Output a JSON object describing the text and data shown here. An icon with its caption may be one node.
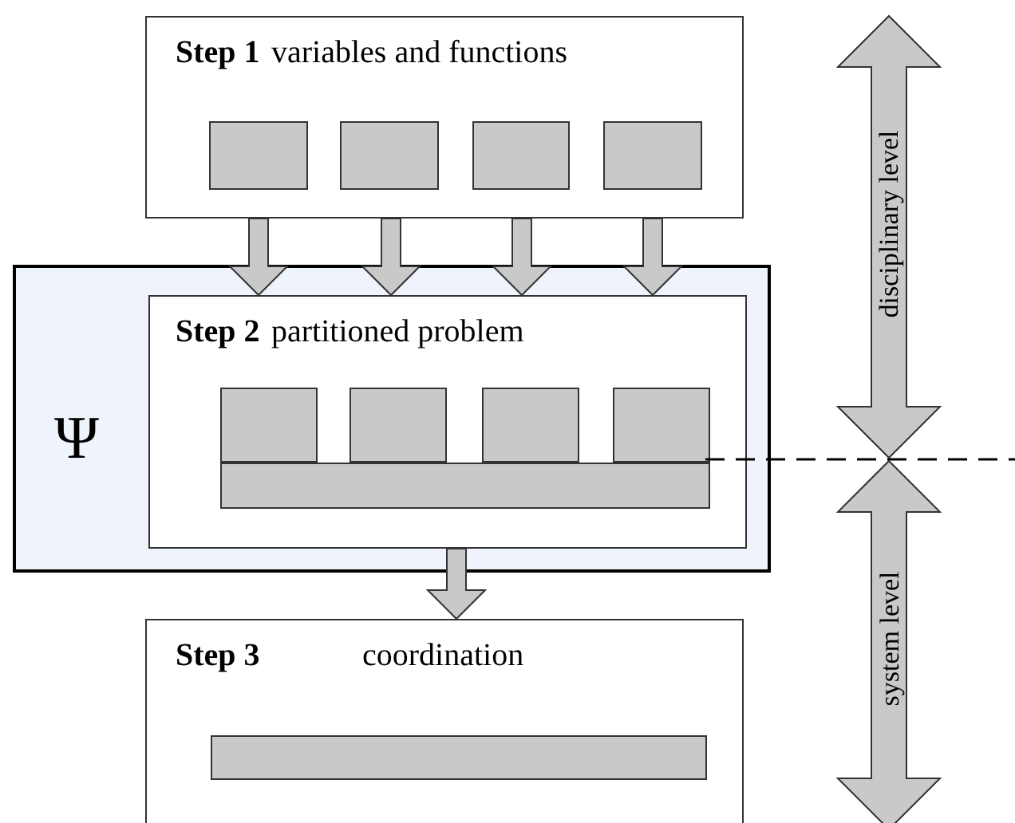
{
  "diagram": {
    "nodes": [
      {
        "text": [
          "Step 1",
          "variables and functions"
        ]
      },
      {
        "text": [],
        "shape": "box",
        "in": 0
      },
      {
        "text": [],
        "shape": "box",
        "in": 0
      },
      {
        "text": [],
        "shape": "box",
        "in": 0
      },
      {
        "text": [],
        "shape": "box",
        "in": 0
      },
      {
        "text": [
          "Ψ"
        ]
      },
      {
        "text": [
          "Step 2",
          "partitioned problem"
        ],
        "in": 5
      },
      {
        "text": [],
        "shape": "box",
        "in": 6
      },
      {
        "text": [],
        "shape": "box",
        "in": 6
      },
      {
        "text": [],
        "shape": "box",
        "in": 6
      },
      {
        "text": [],
        "shape": "box",
        "in": 6
      },
      {
        "text": [],
        "shape": "box",
        "in": 6
      },
      {
        "text": [
          "Step 3",
          "coordination"
        ]
      },
      {
        "text": [],
        "shape": "box",
        "in": 12
      }
    ],
    "edges": [
      {
        "from": 0,
        "to": 6,
        "arrow": "to"
      },
      {
        "from": 0,
        "to": 6,
        "arrow": "to"
      },
      {
        "from": 0,
        "to": 6,
        "arrow": "to"
      },
      {
        "from": 0,
        "to": 6,
        "arrow": "to"
      },
      {
        "from": 6,
        "to": 12,
        "arrow": "to"
      }
    ],
    "labels": [
      "disciplinary level",
      "system level"
    ]
  }
}
